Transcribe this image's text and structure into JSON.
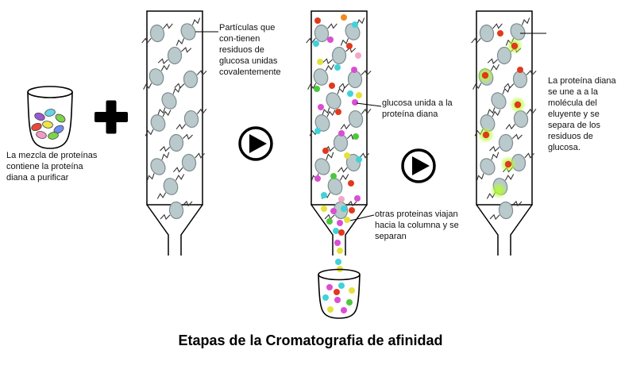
{
  "title": "Etapas de la Cromatografia de afinidad",
  "labels": {
    "mixture": "La mezcla de proteínas contiene la proteína diana a purificar",
    "particles": "Partículas que con-tienen residuos de glucosa unidas covalentemente",
    "bound_glucose": "glucosa unida a la proteína diana",
    "other_proteins": "otras proteinas viajan hacia la columna y se separan",
    "eluent": "La proteína diana se une a a la molécula del eluyente y se separa de los residuos de glucosa."
  },
  "icons": {
    "plus": "plus-icon",
    "step_arrow": "arrow-right-icon",
    "mixture_beaker": "beaker-icon",
    "collection_beaker": "beaker-icon",
    "column": "chromatography-column"
  },
  "colors": {
    "background": "#ffffff",
    "outline": "#000000",
    "bead_fill": "#bac9cb",
    "bead_stroke": "#7d8d8f",
    "glow": "#b4ff2e",
    "target_protein": "#e03a1c",
    "mixture_proteins": [
      "#9a58d2",
      "#66d4e8",
      "#7fd24a",
      "#e8483a",
      "#ece44c",
      "#6f8df0",
      "#f09ac8"
    ],
    "traveling_proteins": [
      "#e0391c",
      "#f08a1e",
      "#3fd2da",
      "#d94fd2",
      "#e4e23a",
      "#4cc83e",
      "#f2a6cb"
    ]
  }
}
